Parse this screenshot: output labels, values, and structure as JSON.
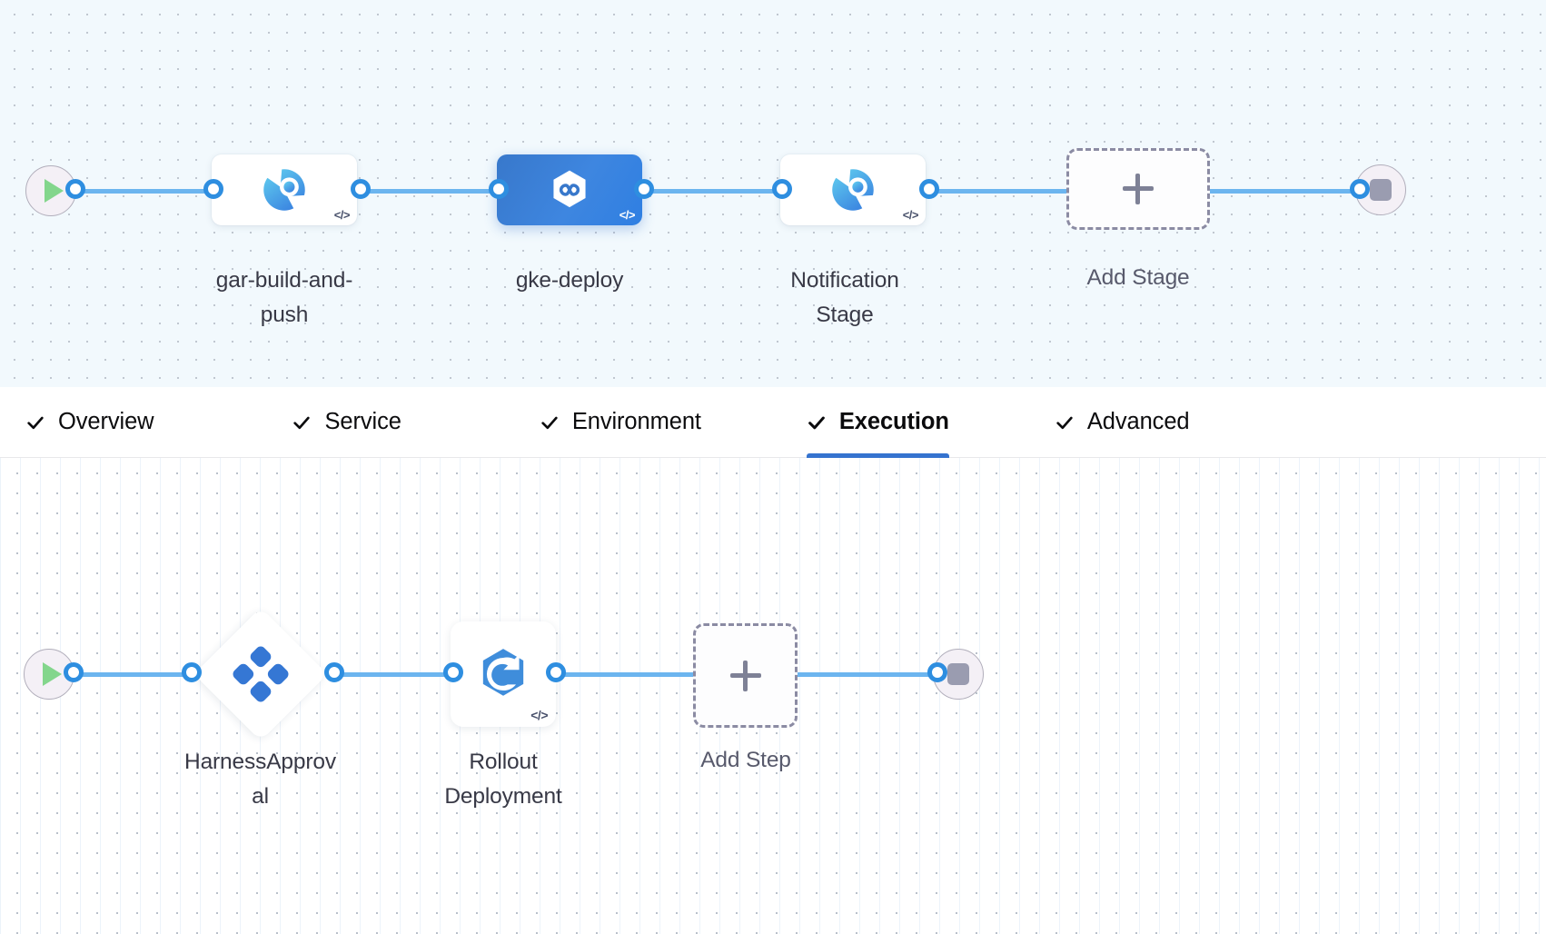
{
  "stage_canvas": {
    "start_node": {
      "icon": "play-icon",
      "name": "pipeline-start"
    },
    "end_node": {
      "icon": "stop-icon",
      "name": "pipeline-end"
    },
    "stages": [
      {
        "label": "gar-build-and-push",
        "icon": "build-stage-icon",
        "selected": false,
        "code_badge": "</>"
      },
      {
        "label": "gke-deploy",
        "icon": "deploy-stage-icon",
        "selected": true,
        "code_badge": "</>"
      },
      {
        "label": "Notification Stage",
        "icon": "custom-stage-icon",
        "selected": false,
        "code_badge": "</>"
      }
    ],
    "add_stage": {
      "label": "Add Stage",
      "icon": "plus-icon"
    }
  },
  "tabs": [
    {
      "label": "Overview",
      "icon": "check-icon",
      "active": false
    },
    {
      "label": "Service",
      "icon": "check-icon",
      "active": false
    },
    {
      "label": "Environment",
      "icon": "check-icon",
      "active": false
    },
    {
      "label": "Execution",
      "icon": "check-icon",
      "active": true
    },
    {
      "label": "Advanced",
      "icon": "check-icon",
      "active": false
    }
  ],
  "step_canvas": {
    "start_node": {
      "icon": "play-icon",
      "name": "execution-start"
    },
    "end_node": {
      "icon": "stop-icon",
      "name": "execution-end"
    },
    "steps": [
      {
        "label_line1": "HarnessApprov",
        "label_line2": "al",
        "icon": "harness-approval-icon",
        "shape": "diamond"
      },
      {
        "label_line1": "Rollout",
        "label_line2": "Deployment",
        "icon": "k8s-rollout-icon",
        "shape": "square",
        "code_badge": "</>"
      }
    ],
    "add_step": {
      "label": "Add Step",
      "icon": "plus-icon"
    }
  },
  "colors": {
    "edge": "#6cb5ef",
    "port_ring": "#2e8ee0",
    "selected_stage": "#3878cb",
    "active_tab_underline": "#3573cf",
    "stage_canvas_bg": "#f2f9fd",
    "step_canvas_bg": "#ffffff",
    "play_glyph": "#83d68c",
    "stop_glyph": "#9a9cb0"
  }
}
